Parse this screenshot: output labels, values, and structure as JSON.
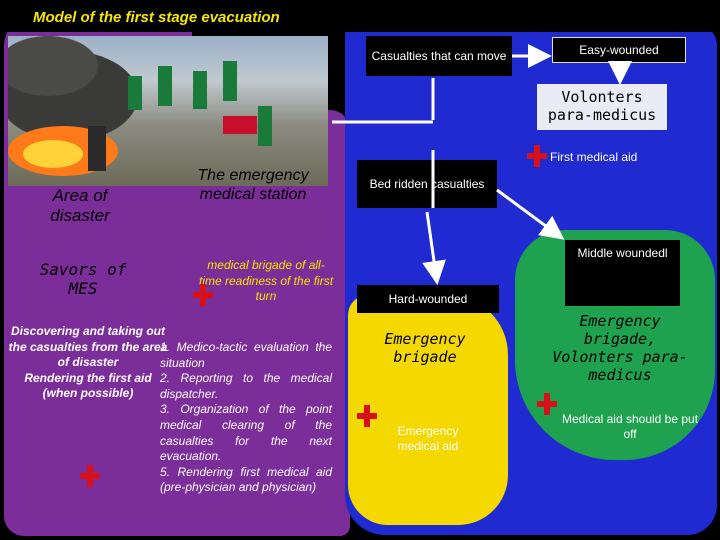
{
  "title": "Model of  the first stage evacuation",
  "nodes": {
    "casualties_move": "Casualties that can move",
    "easy_wounded": "Easy-wounded",
    "volonters": "Volonters para-medicus",
    "first_aid": "First medical aid",
    "emergency_station": "The emergency medical station",
    "area_disaster": "Area of disaster",
    "bed_ridden": "Bed ridden casualties",
    "middle_wounded": "Middle woundedl",
    "savors": "Savors of MES",
    "medical_brigade": "medical brigade of all-time readiness of the first turn",
    "hard_wounded": "Hard-wounded",
    "emergency_brigade_yellow": "Emergency brigade",
    "emergency_brigade_green": "Emergency brigade, Volonters para-medicus",
    "discovering": "Discovering and taking out the casualties from the area of disaster\nRendering the first aid (when possible)",
    "steps": "1.           Medico-tactic evaluation the situation\n2. Reporting to the medical dispatcher.\n3. Organization of the point medical clearing of the casualties for the next evacuation.\n5. Rendering first medical aid (pre-physician and physician)",
    "emergency_medical_aid": "Emergency medical aid",
    "aid_put_off": "Medical aid should be put off"
  },
  "colors": {
    "title": "#f5e600",
    "purple": "#7b2d99",
    "blue": "#1f2ad0",
    "yellow": "#f5d800",
    "green": "#1ea24f",
    "cross": "#d8101a"
  }
}
